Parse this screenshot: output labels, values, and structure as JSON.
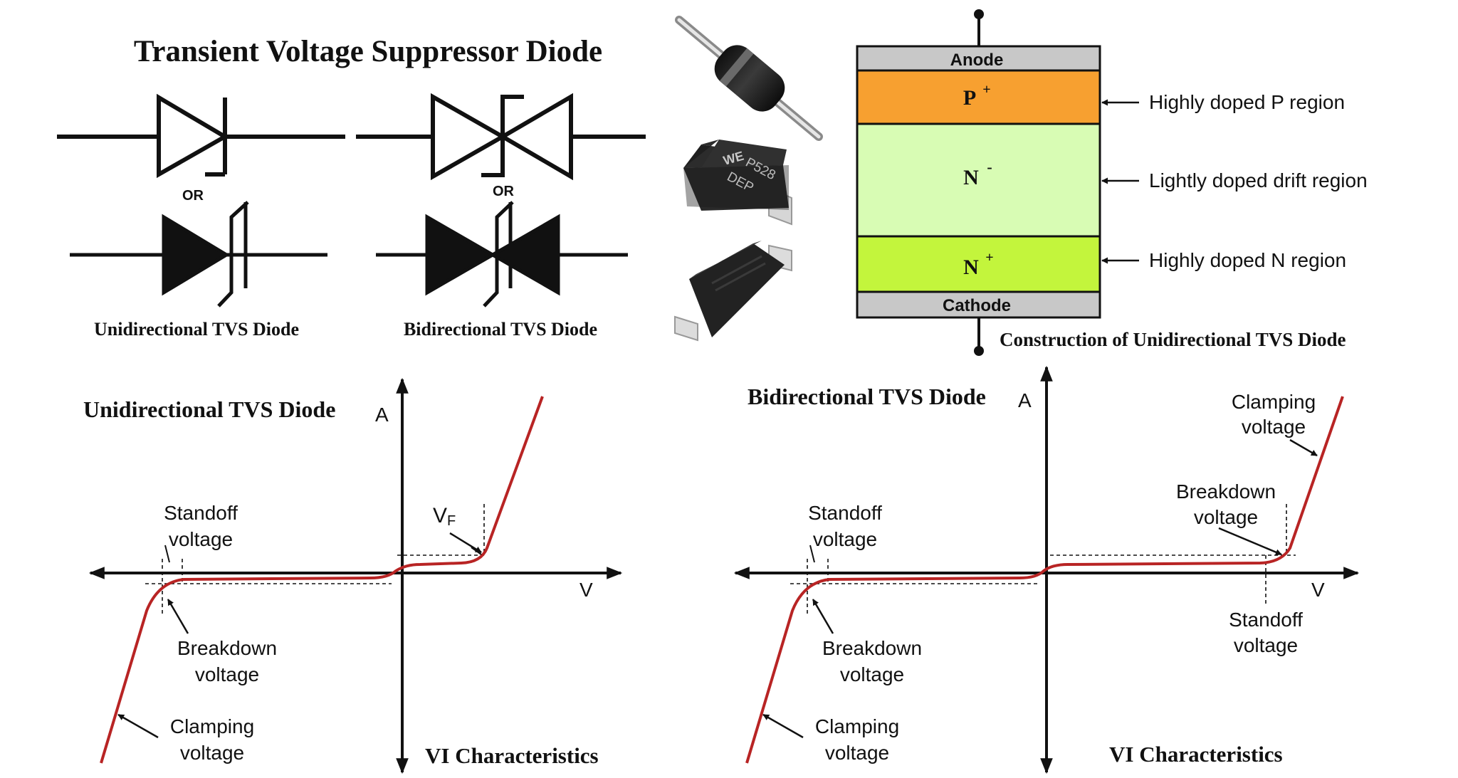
{
  "title": "Transient Voltage Suppressor Diode",
  "symbols": {
    "or_text": "OR",
    "unidirectional_label": "Unidirectional TVS Diode",
    "bidirectional_label": "Bidirectional TVS Diode"
  },
  "packages": {
    "smd_marking_line1": "P528",
    "smd_marking_line2": "DEP",
    "smd_logo": "WE"
  },
  "construction": {
    "caption": "Construction of Unidirectional TVS Diode",
    "anode_label": "Anode",
    "cathode_label": "Cathode",
    "p_region": "P",
    "p_sup": "+",
    "n_drift": "N",
    "n_drift_sup": "-",
    "n_region": "N",
    "n_sup": "+",
    "p_annotation": "Highly doped P region",
    "drift_annotation": "Lightly doped drift region",
    "n_annotation": "Highly doped N region",
    "colors": {
      "terminal": "#c8c8c8",
      "p_region": "#f7a030",
      "drift": "#d8fcb4",
      "n_region": "#c3f53c"
    }
  },
  "uni_vi": {
    "title": "Unidirectional TVS Diode",
    "y_axis_label": "A",
    "x_axis_label": "V",
    "vf_main": "V",
    "vf_sub": "F",
    "standoff_line1": "Standoff",
    "standoff_line2": "voltage",
    "breakdown_line1": "Breakdown",
    "breakdown_line2": "voltage",
    "clamping_line1": "Clamping",
    "clamping_line2": "voltage",
    "caption": "VI Characteristics"
  },
  "bi_vi": {
    "title": "Bidirectional TVS Diode",
    "y_axis_label": "A",
    "x_axis_label": "V",
    "standoff_left_line1": "Standoff",
    "standoff_left_line2": "voltage",
    "breakdown_left_line1": "Breakdown",
    "breakdown_left_line2": "voltage",
    "clamping_left_line1": "Clamping",
    "clamping_left_line2": "voltage",
    "clamping_right_line1": "Clamping",
    "clamping_right_line2": "voltage",
    "breakdown_right_line1": "Breakdown",
    "breakdown_right_line2": "voltage",
    "standoff_right_line1": "Standoff",
    "standoff_right_line2": "voltage",
    "caption": "VI Characteristics"
  },
  "colors": {
    "curve": "#b82424",
    "ink": "#111111"
  }
}
